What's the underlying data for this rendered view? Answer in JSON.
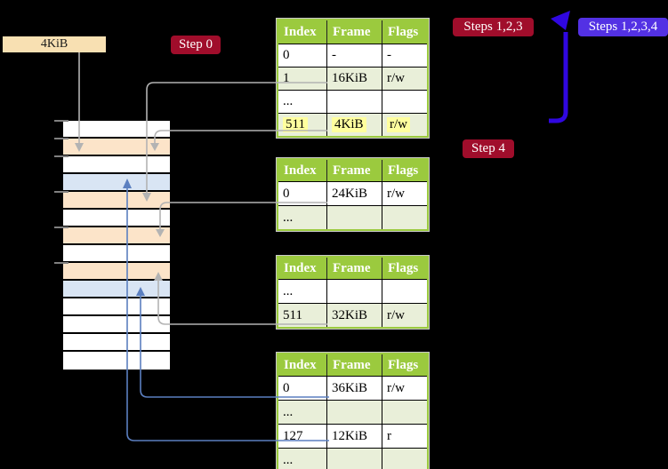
{
  "colors": {
    "background": "#000000",
    "table_header_green": "#9bca3e",
    "table_row_green": "#e9efd9",
    "table_row_white": "#ffffff",
    "highlight_yellow": "#ffff9e",
    "memory_peach": "#fce4c9",
    "memory_blue": "#d9e5f4",
    "memory_white": "#ffffff",
    "badge_red": "#a00d2b",
    "badge_purple": "#5331e4",
    "loop_arrow_blue": "#3007e0",
    "connector_gray": "#b3b3b3",
    "connector_blue": "#5b7fc0",
    "label_wheat": "#f8e0b2",
    "tick_gray": "#808080"
  },
  "page_size_label": {
    "text": "4KiB"
  },
  "badges": {
    "step0": {
      "label": "Step 0"
    },
    "steps123": {
      "label": "Steps 1,2,3"
    },
    "steps1234": {
      "label": "Steps 1,2,3,4"
    },
    "step4": {
      "label": "Step 4"
    }
  },
  "memory_strip": {
    "rows": [
      "white",
      "peach",
      "white",
      "blue",
      "peach",
      "white",
      "peach",
      "white",
      "peach",
      "blue",
      "white",
      "white",
      "white",
      "white"
    ],
    "tick_ys": [
      136,
      156,
      176,
      216,
      256,
      296
    ]
  },
  "tables": [
    {
      "name": "page-table-top",
      "headers": [
        "Index",
        "Frame",
        "Flags"
      ],
      "rows": [
        {
          "cells": [
            "0",
            "-",
            "-"
          ],
          "shade": "white",
          "highlight": false
        },
        {
          "cells": [
            "1",
            "16KiB",
            "r/w"
          ],
          "shade": "green",
          "highlight": false
        },
        {
          "cells": [
            "...",
            "",
            ""
          ],
          "shade": "white",
          "highlight": false
        },
        {
          "cells": [
            "511",
            "4KiB",
            "r/w"
          ],
          "shade": "green",
          "highlight": true
        }
      ]
    },
    {
      "name": "page-table-second",
      "headers": [
        "Index",
        "Frame",
        "Flags"
      ],
      "rows": [
        {
          "cells": [
            "0",
            "24KiB",
            "r/w"
          ],
          "shade": "white",
          "highlight": false
        },
        {
          "cells": [
            "...",
            "",
            ""
          ],
          "shade": "green",
          "highlight": false
        }
      ]
    },
    {
      "name": "page-table-third",
      "headers": [
        "Index",
        "Frame",
        "Flags"
      ],
      "rows": [
        {
          "cells": [
            "...",
            "",
            ""
          ],
          "shade": "white",
          "highlight": false
        },
        {
          "cells": [
            "511",
            "32KiB",
            "r/w"
          ],
          "shade": "green",
          "highlight": false
        }
      ]
    },
    {
      "name": "page-table-leaf",
      "headers": [
        "Index",
        "Frame",
        "Flags"
      ],
      "rows": [
        {
          "cells": [
            "0",
            "36KiB",
            "r/w"
          ],
          "shade": "white",
          "highlight": false
        },
        {
          "cells": [
            "...",
            "",
            ""
          ],
          "shade": "green",
          "highlight": false
        },
        {
          "cells": [
            "127",
            "12KiB",
            "r"
          ],
          "shade": "white",
          "highlight": false
        },
        {
          "cells": [
            "...",
            "",
            ""
          ],
          "shade": "green",
          "highlight": false
        }
      ]
    }
  ]
}
